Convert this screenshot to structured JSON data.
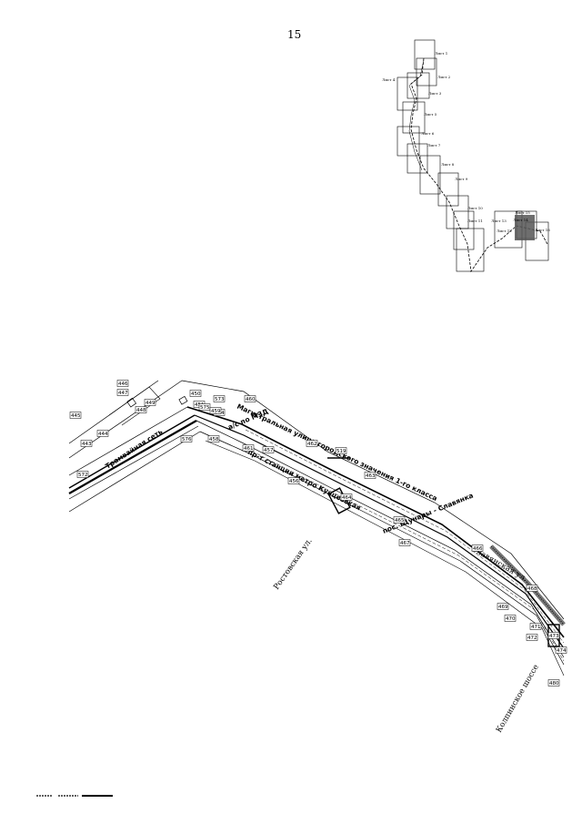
{
  "page": {
    "number": "15"
  },
  "key_map": {
    "sheets": [
      "Лист 1",
      "Лист 2",
      "Лист 3",
      "Лист 4",
      "Лист 5",
      "Лист 6",
      "Лист 7",
      "Лист 8",
      "Лист 9",
      "Лист 10",
      "Лист 11",
      "Лист 12",
      "Лист 13",
      "Лист 14",
      "Лист 15",
      "Лист 16"
    ],
    "highlighted_sheet": "Лист 15"
  },
  "plan": {
    "road_labels": {
      "main": "Магистральная улица городского значения 1-го класса",
      "station": "пр-т станции метро Кунцевская",
      "route": "пос. Щунары - Славянка",
      "mzd": "а/с по МЗД",
      "tram": "Трамвайная сеть"
    },
    "streets": {
      "rostov": "Ростовская ул.",
      "kolpino": "Колпинское шоссе",
      "slav": "Славянская ул."
    },
    "parcels": [
      "446",
      "447",
      "448",
      "449",
      "450",
      "451",
      "443",
      "444",
      "445",
      "572",
      "573",
      "574",
      "575",
      "576",
      "458",
      "459",
      "460",
      "461",
      "462",
      "519",
      "463",
      "457",
      "456",
      "464",
      "465",
      "466",
      "467",
      "468",
      "469",
      "470",
      "471",
      "472",
      "473",
      "474",
      "480"
    ]
  }
}
